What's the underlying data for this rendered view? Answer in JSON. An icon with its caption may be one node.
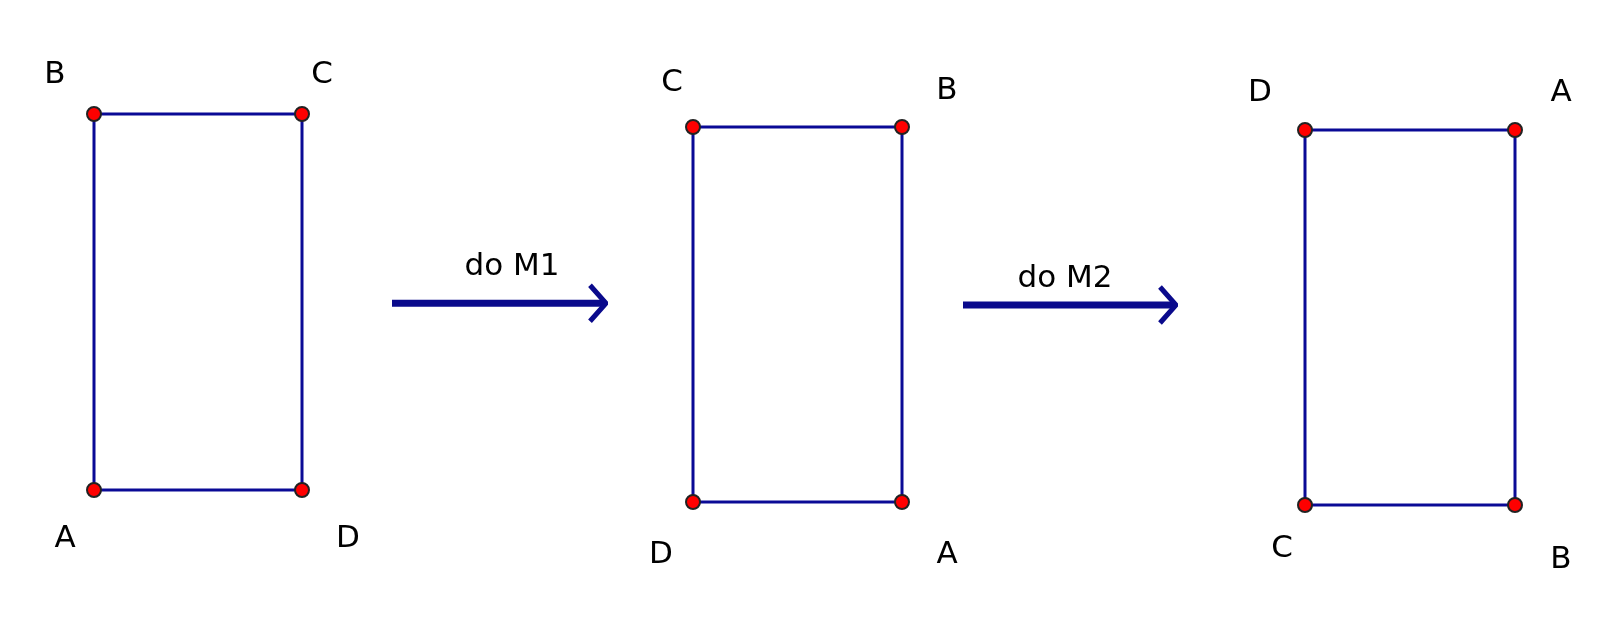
{
  "diagram": {
    "nodes": [
      {
        "text": [],
        "shape": "box",
        "beside": [
          "B",
          "C",
          "A",
          "D"
        ]
      },
      {
        "text": [],
        "shape": "box",
        "beside": [
          "C",
          "B",
          "D",
          "A"
        ]
      },
      {
        "text": [],
        "shape": "box",
        "beside": [
          "D",
          "A",
          "C",
          "B"
        ]
      }
    ],
    "edges": [
      {
        "from": 0,
        "to": 1,
        "arrow": "to",
        "label": "do M1"
      },
      {
        "from": 1,
        "to": 2,
        "arrow": "to",
        "label": "do M2"
      }
    ]
  }
}
